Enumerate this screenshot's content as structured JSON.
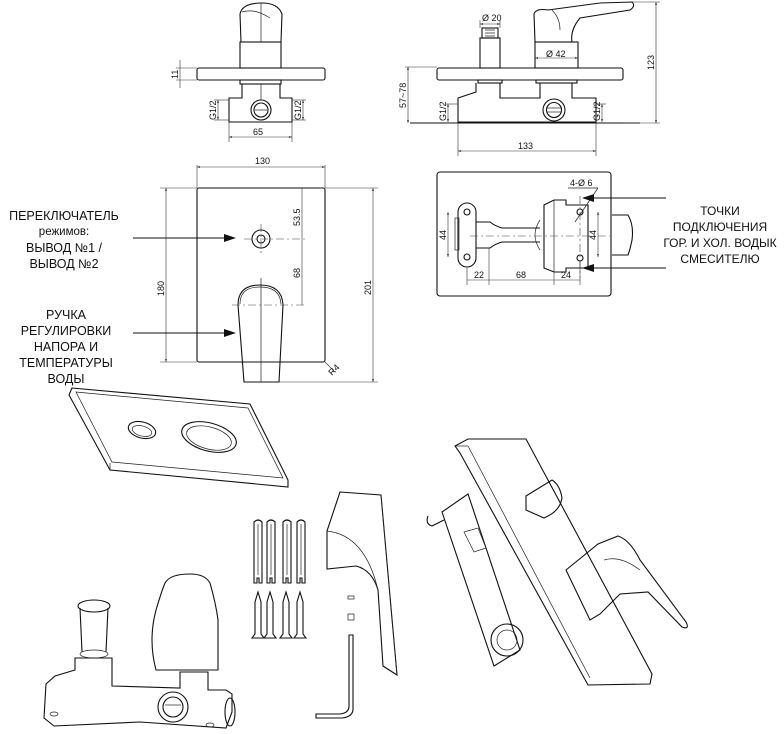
{
  "title": "Shower mixer technical drawing",
  "top_left_view": {
    "dims": {
      "plate_thickness": "11",
      "thread_left": "G1/2",
      "thread_right": "G1/2",
      "body_width": "65"
    }
  },
  "top_right_view": {
    "dims": {
      "switch_diameter": "Ø 20",
      "handle_diameter": "Ø 42",
      "height_total": "123",
      "depth_range": "57~78",
      "thread_left": "G1/2",
      "thread_right": "G1/2",
      "body_length": "133"
    }
  },
  "front_view": {
    "dims": {
      "plate_width": "130",
      "plate_height": "180",
      "overall_height": "201",
      "switch_offset": "53.5",
      "handle_offset": "68",
      "corner_radius": "R4"
    }
  },
  "back_view": {
    "dims": {
      "holes": "4-Ø 6",
      "left_spacing": "44",
      "right_spacing": "44",
      "seg1": "22",
      "seg2": "68",
      "seg3": "24"
    }
  },
  "callouts": {
    "switch": [
      "ПЕРЕКЛЮЧАТЕЛЬ",
      "режимов:",
      "ВЫВОД №1 /",
      "ВЫВОД №2"
    ],
    "handle": [
      "РУЧКА РЕГУЛИРОВКИ",
      "НАПОРА И",
      "ТЕМПЕРАТУРЫ ВОДЫ"
    ],
    "connections": [
      "ТОЧКИ",
      "ПОДКЛЮЧЕНИЯ",
      "ГОР. И ХОЛ. ВОДЫК",
      "СМЕСИТЕЛЮ"
    ]
  },
  "parts": [
    {
      "name": "cover-plate",
      "icon": "plate-iso"
    },
    {
      "name": "valve-body",
      "icon": "body-iso"
    },
    {
      "name": "wall-plugs",
      "count": 4
    },
    {
      "name": "screws",
      "count": 4
    },
    {
      "name": "lever-handle",
      "icon": "handle-iso"
    },
    {
      "name": "hex-key",
      "icon": "allen-key"
    },
    {
      "name": "assembled-mixer",
      "icon": "assembly-iso"
    }
  ]
}
